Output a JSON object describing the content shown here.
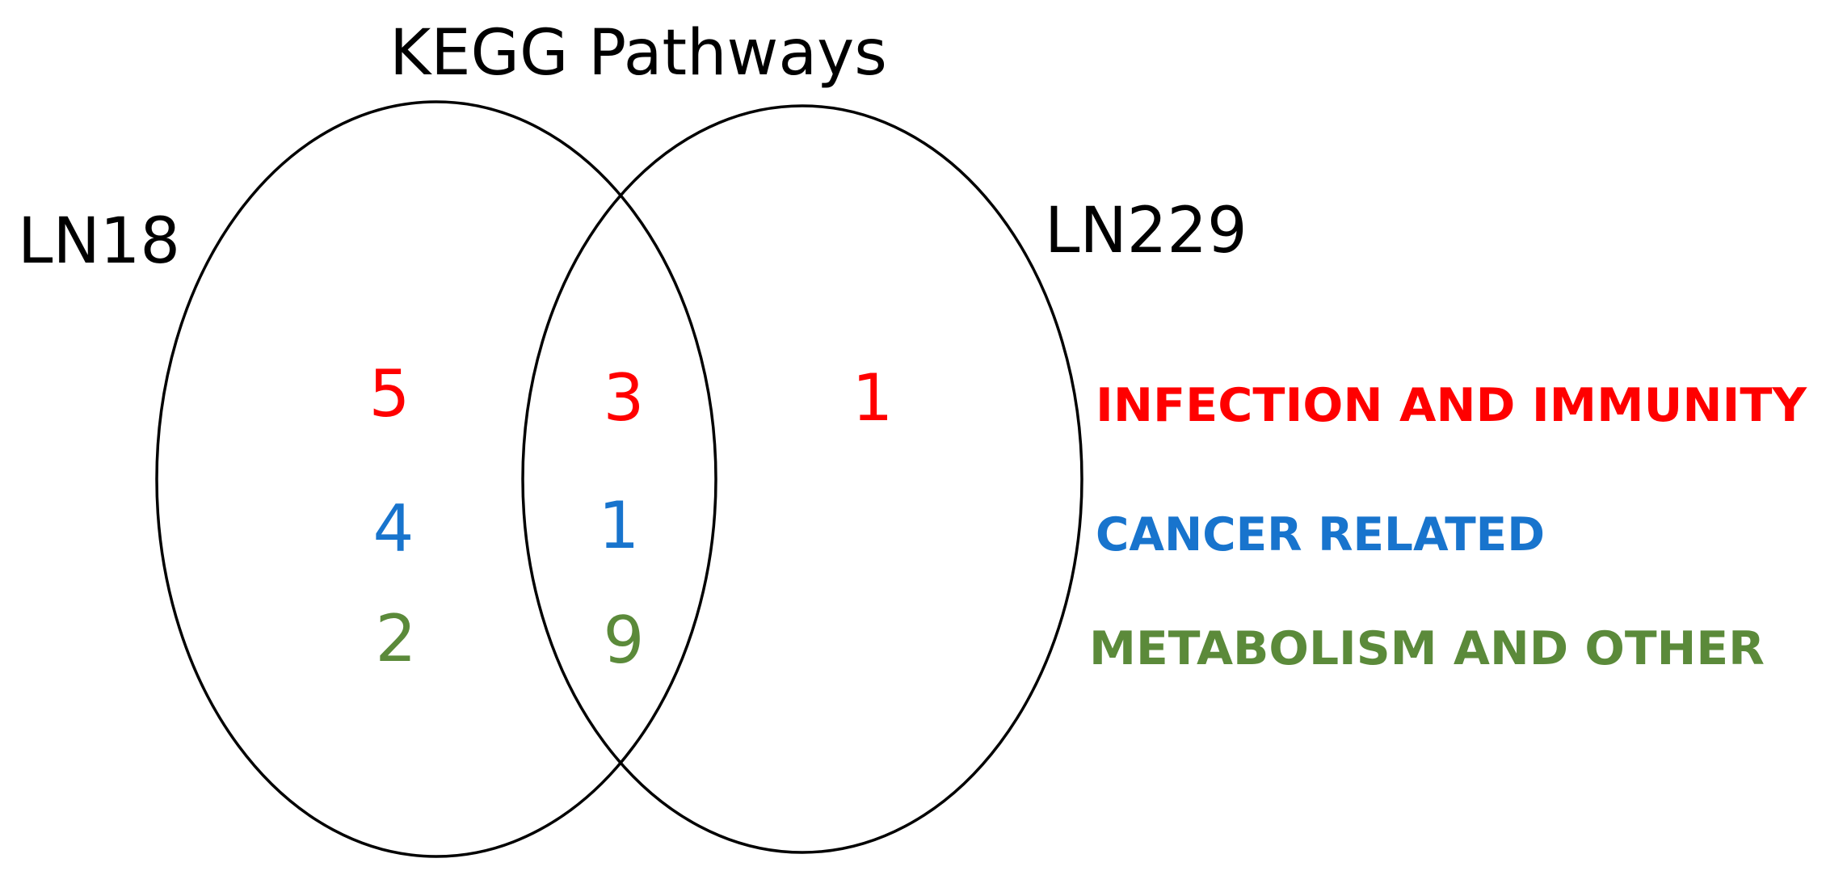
{
  "title": "KEGG Pathways",
  "sets": {
    "left": {
      "label": "LN18"
    },
    "right": {
      "label": "LN229"
    }
  },
  "categories": [
    {
      "key": "infection",
      "label": "INFECTION AND IMMUNITY",
      "color": "#ff0000",
      "counts": {
        "left_only": "5",
        "both": "3",
        "right_only": "1"
      }
    },
    {
      "key": "cancer",
      "label": "CANCER RELATED",
      "color": "#1874cd",
      "counts": {
        "left_only": "4",
        "both": "1",
        "right_only": ""
      }
    },
    {
      "key": "metabolism",
      "label": "METABOLISM AND OTHER",
      "color": "#5b8a3a",
      "counts": {
        "left_only": "2",
        "both": "9",
        "right_only": ""
      }
    }
  ],
  "colors": {
    "outline": "#000000",
    "text": "#000000"
  }
}
